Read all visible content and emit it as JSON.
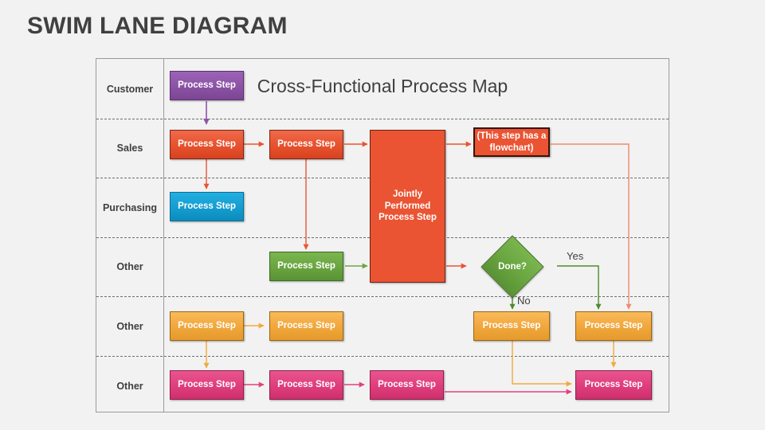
{
  "page": {
    "title": "SWIM LANE DIAGRAM",
    "background_color": "#f2f2f2"
  },
  "diagram": {
    "title": "Cross-Functional Process Map",
    "lanes": [
      {
        "label": "Customer"
      },
      {
        "label": "Sales"
      },
      {
        "label": "Purchasing"
      },
      {
        "label": "Other"
      },
      {
        "label": "Other"
      },
      {
        "label": "Other"
      }
    ],
    "colors": {
      "customer": "#8e55a8",
      "sales": "#e95532",
      "purchasing": "#17a0d3",
      "other_green": "#6ca842",
      "other_orange": "#f3a93f",
      "other_pink": "#e24180",
      "frame": "#9a9a9a",
      "text": "#3f3f3f"
    },
    "nodes": {
      "customer_step": "Process Step",
      "sales_step_1": "Process Step",
      "sales_step_2": "Process Step",
      "joint_step": "Jointly Performed Process Step",
      "flowchart_step": "(This step has a flowchart)",
      "purchasing_step": "Process Step",
      "other_green_step": "Process Step",
      "decision": "Done?",
      "orange_step_1": "Process Step",
      "orange_step_2": "Process Step",
      "orange_step_3": "Process Step",
      "orange_step_4": "Process Step",
      "pink_step_1": "Process Step",
      "pink_step_2": "Process Step",
      "pink_step_3": "Process Step",
      "pink_step_4": "Process Step"
    },
    "edge_labels": {
      "yes": "Yes",
      "no": "No"
    }
  }
}
